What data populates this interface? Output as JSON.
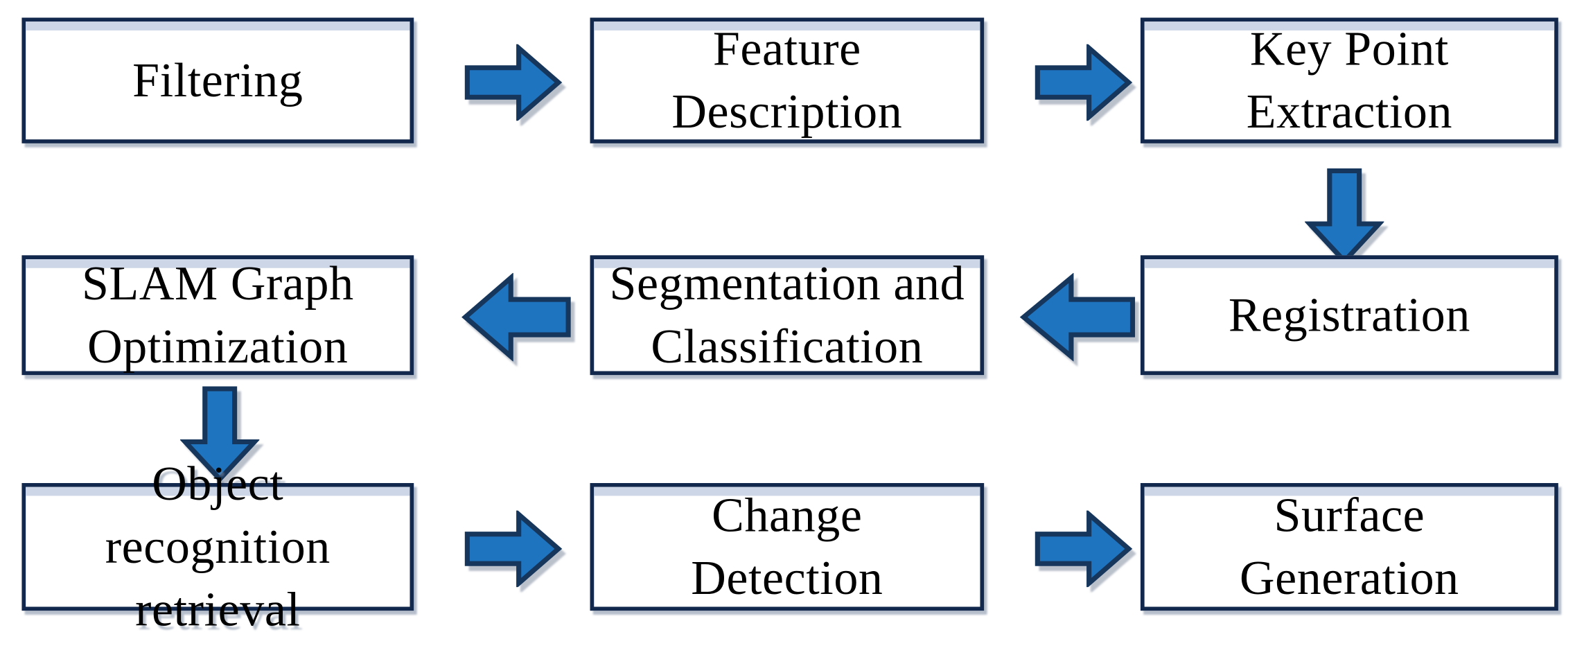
{
  "diagram": {
    "title": "Point cloud processing pipeline flowchart",
    "colors": {
      "box_border": "#12284C",
      "box_fill": "#FFFFFF",
      "box_top_highlight": "#CCD6E6",
      "arrow_fill": "#1F74C0",
      "arrow_stroke": "#16365C",
      "text": "#000000",
      "background": "#FFFFFF"
    },
    "rows": [
      {
        "id": "row-1",
        "nodes": [
          {
            "id": "filtering",
            "label": "Filtering"
          },
          {
            "id": "feature-description",
            "label": "Feature\nDescription"
          },
          {
            "id": "keypoint-extraction",
            "label": "Key Point\nExtraction"
          }
        ],
        "connectors": [
          {
            "id": "r1a",
            "icon": "arrow-right-icon",
            "direction": "right"
          },
          {
            "id": "r1b",
            "icon": "arrow-right-icon",
            "direction": "right"
          }
        ]
      },
      {
        "id": "row-2",
        "nodes": [
          {
            "id": "slam-graph",
            "label": "SLAM Graph\nOptimization"
          },
          {
            "id": "segmentation",
            "label": "Segmentation and\nClassification"
          },
          {
            "id": "registration",
            "label": "Registration"
          }
        ],
        "connectors": [
          {
            "id": "r2a",
            "icon": "arrow-left-icon",
            "direction": "left"
          },
          {
            "id": "r2b",
            "icon": "arrow-left-icon",
            "direction": "left"
          }
        ]
      },
      {
        "id": "row-3",
        "nodes": [
          {
            "id": "object-recognition",
            "label": "Object recognition\nretrieval"
          },
          {
            "id": "change-detection",
            "label": "Change\nDetection"
          },
          {
            "id": "surface-generation",
            "label": "Surface\nGeneration"
          }
        ],
        "connectors": [
          {
            "id": "r3a",
            "icon": "arrow-right-icon",
            "direction": "right"
          },
          {
            "id": "r3b",
            "icon": "arrow-right-icon",
            "direction": "right"
          }
        ]
      }
    ],
    "vertical_connectors": [
      {
        "id": "down-right",
        "icon": "arrow-down-icon",
        "direction": "down",
        "from": "keypoint-extraction",
        "to": "registration"
      },
      {
        "id": "down-left",
        "icon": "arrow-down-icon",
        "direction": "down",
        "from": "slam-graph",
        "to": "object-recognition"
      }
    ],
    "flow_order": [
      "Filtering",
      "Feature Description",
      "Key Point Extraction",
      "Registration",
      "Segmentation and Classification",
      "SLAM Graph Optimization",
      "Object recognition retrieval",
      "Change Detection",
      "Surface Generation"
    ]
  }
}
